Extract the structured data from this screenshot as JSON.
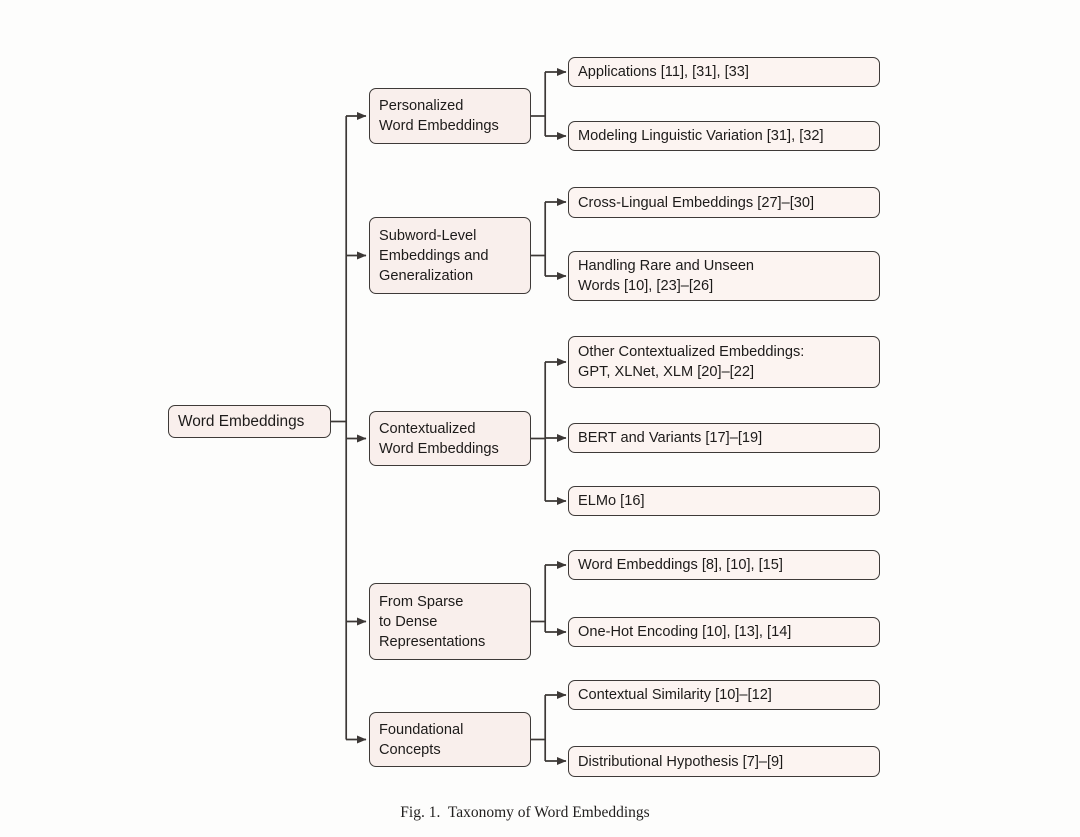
{
  "figure": {
    "caption": "Fig. 1.  Taxonomy of Word Embeddings"
  },
  "tree": {
    "root": {
      "label": "Word Embeddings"
    },
    "branches": [
      {
        "label": [
          "Personalized",
          "Word Embeddings"
        ],
        "children": [
          {
            "label": [
              "Applications [11], [31], [33]"
            ]
          },
          {
            "label": [
              "Modeling Linguistic Variation [31], [32]"
            ]
          }
        ]
      },
      {
        "label": [
          "Subword-Level",
          "Embeddings and",
          "Generalization"
        ],
        "children": [
          {
            "label": [
              "Cross-Lingual Embeddings [27]–[30]"
            ]
          },
          {
            "label": [
              "Handling Rare and Unseen",
              "Words [10], [23]–[26]"
            ]
          }
        ]
      },
      {
        "label": [
          "Contextualized",
          "Word Embeddings"
        ],
        "children": [
          {
            "label": [
              "Other Contextualized Embeddings:",
              "GPT, XLNet, XLM [20]–[22]"
            ]
          },
          {
            "label": [
              "BERT and Variants [17]–[19]"
            ]
          },
          {
            "label": [
              "ELMo [16]"
            ]
          }
        ]
      },
      {
        "label": [
          "From Sparse",
          "to Dense",
          "Representations"
        ],
        "children": [
          {
            "label": [
              "Word Embeddings [8], [10], [15]"
            ]
          },
          {
            "label": [
              "One-Hot Encoding [10], [13], [14]"
            ]
          }
        ]
      },
      {
        "label": [
          "Foundational",
          "Concepts"
        ],
        "children": [
          {
            "label": [
              "Contextual Similarity [10]–[12]"
            ]
          },
          {
            "label": [
              "Distributional Hypothesis [7]–[9]"
            ]
          }
        ]
      }
    ]
  },
  "colors": {
    "node_fill": "#f9efec",
    "leaf_fill": "#fcf4f1",
    "border_color": "#3e3a38",
    "line_color": "#3c3836",
    "text_color": "#1d1b1a",
    "bg_color": "#fdfdfc"
  }
}
